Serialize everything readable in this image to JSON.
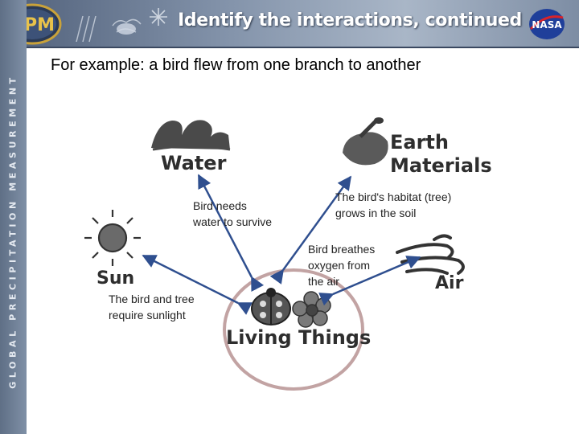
{
  "header": {
    "title": "Identify the interactions, continued",
    "gpm_logo_text": "GPM",
    "nasa_logo_text": "NASA"
  },
  "sidebar": {
    "text": "GLOBAL PRECIPITATION MEASUREMENT"
  },
  "slide": {
    "subtitle": "For example: a bird flew from one branch to another"
  },
  "diagram": {
    "labels": {
      "water": "Water",
      "earth_line1": "Earth",
      "earth_line2": "Materials",
      "sun": "Sun",
      "air": "Air",
      "living": "Living Things"
    },
    "captions": {
      "water": "Bird needs\nwater to survive",
      "earth": "The bird's habitat (tree)\ngrows in the soil",
      "air": "Bird breathes\noxygen from\nthe air",
      "sun": "The bird and tree\nrequire sunlight"
    },
    "colors": {
      "arrow": "#2f4f8f",
      "circle": "#c2a3a3",
      "header": "#7d8da4",
      "sidebar": "#6f7f96"
    }
  }
}
